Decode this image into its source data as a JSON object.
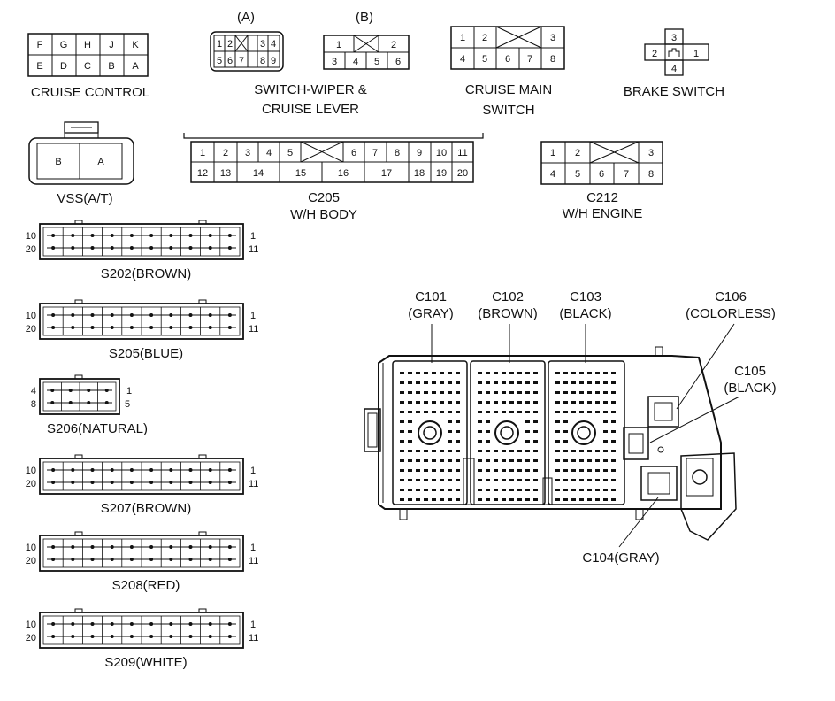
{
  "cruise_control": {
    "top": [
      "F",
      "G",
      "H",
      "J",
      "K"
    ],
    "bottom": [
      "E",
      "D",
      "C",
      "B",
      "A"
    ],
    "title": "CRUISE CONTROL"
  },
  "switch_wiper": {
    "a_label": "(A)",
    "b_label": "(B)",
    "a_top": [
      "1",
      "2",
      "3",
      "4"
    ],
    "a_bottom": [
      "5",
      "6",
      "7",
      "8",
      "9"
    ],
    "b_top": [
      "1",
      "2"
    ],
    "b_bottom": [
      "3",
      "4",
      "5",
      "6"
    ],
    "title_line1": "SWITCH-WIPER &",
    "title_line2": "CRUISE LEVER"
  },
  "cruise_main": {
    "top": [
      "1",
      "2",
      "3"
    ],
    "bottom": [
      "4",
      "5",
      "6",
      "7",
      "8"
    ],
    "title_line1": "CRUISE MAIN",
    "title_line2": "SWITCH"
  },
  "brake_switch": {
    "pins": [
      "3",
      "2",
      "1",
      "4"
    ],
    "title": "BRAKE SWITCH"
  },
  "vss": {
    "pins": [
      "B",
      "A"
    ],
    "title": "VSS(A/T)"
  },
  "c205": {
    "top": [
      "1",
      "2",
      "3",
      "4",
      "5",
      "6",
      "7",
      "8",
      "9",
      "10",
      "11"
    ],
    "bottom": [
      "12",
      "13",
      "14",
      "15",
      "16",
      "17",
      "18",
      "19",
      "20"
    ],
    "title_line1": "C205",
    "title_line2": "W/H BODY"
  },
  "c212": {
    "top": [
      "1",
      "2",
      "3"
    ],
    "bottom": [
      "4",
      "5",
      "6",
      "7",
      "8"
    ],
    "title_line1": "C212",
    "title_line2": "W/H ENGINE"
  },
  "splices": [
    {
      "name": "S202(BROWN)",
      "tl": "10",
      "tr": "1",
      "bl": "20",
      "br": "11"
    },
    {
      "name": "S205(BLUE)",
      "tl": "10",
      "tr": "1",
      "bl": "20",
      "br": "11"
    },
    {
      "name": "S206(NATURAL)",
      "tl": "4",
      "tr": "1",
      "bl": "8",
      "br": "5"
    },
    {
      "name": "S207(BROWN)",
      "tl": "10",
      "tr": "1",
      "bl": "20",
      "br": "11"
    },
    {
      "name": "S208(RED)",
      "tl": "10",
      "tr": "1",
      "bl": "20",
      "br": "11"
    },
    {
      "name": "S209(WHITE)",
      "tl": "10",
      "tr": "1",
      "bl": "20",
      "br": "11"
    }
  ],
  "ecm": {
    "c101_l1": "C101",
    "c101_l2": "(GRAY)",
    "c102_l1": "C102",
    "c102_l2": "(BROWN)",
    "c103_l1": "C103",
    "c103_l2": "(BLACK)",
    "c106_l1": "C106",
    "c106_l2": "(COLORLESS)",
    "c105_l1": "C105",
    "c105_l2": "(BLACK)",
    "c104": "C104(GRAY)"
  }
}
